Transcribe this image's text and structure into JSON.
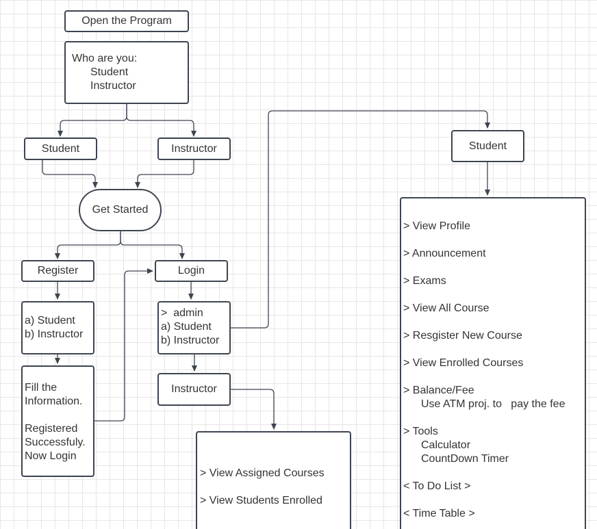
{
  "nodes": {
    "open_program": "Open the Program",
    "who_are_you": {
      "prompt": "Who are you:",
      "opt1": "Student",
      "opt2": "Instructor"
    },
    "student_choice": "Student",
    "instructor_choice": "Instructor",
    "get_started": "Get Started",
    "register": "Register",
    "login": "Login",
    "register_roles": {
      "a": "a) Student",
      "b": "b) Instructor"
    },
    "fill_info": {
      "l1": "Fill the",
      "l2": "Information.",
      "l3": "Registered",
      "l4": "Successfuly.",
      "l5": "Now Login"
    },
    "login_roles": {
      "admin": ">  admin",
      "a": "a) Student",
      "b": "b) Instructor"
    },
    "instructor": "Instructor",
    "instructor_menu": {
      "item1": "> View Assigned Courses",
      "item2": "> View Students Enrolled"
    },
    "student": "Student",
    "student_menu": {
      "view_profile": "> View Profile",
      "announcement": "> Announcement",
      "exams": "> Exams",
      "view_all_course": "> View All Course",
      "register_new_course": "> Resgister New Course",
      "view_enrolled": "> View Enrolled Courses",
      "balance_fee": "> Balance/Fee",
      "balance_note": "Use ATM proj. to   pay the fee",
      "tools": "> Tools",
      "calculator": "Calculator",
      "countdown": "CountDown Timer",
      "todo": "< To Do List >",
      "timetable": "< Time Table >"
    }
  },
  "colors": {
    "stroke": "#3d4450",
    "text": "#333333",
    "grid": "#e6e6e6"
  }
}
